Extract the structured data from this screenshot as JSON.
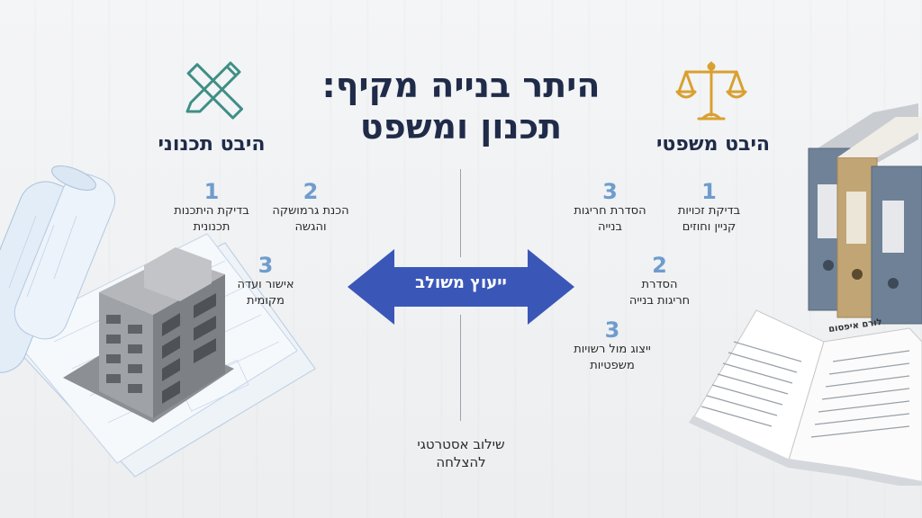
{
  "title": {
    "line1": "היתר בנייה מקיף:",
    "line2": "תכנון ומשפט"
  },
  "planning": {
    "heading": "היבט תכנוני",
    "icon": "ruler-pencil-icon",
    "items": [
      {
        "num": "1",
        "line1": "בדיקת היתכנות",
        "line2": "תכנונית"
      },
      {
        "num": "2",
        "line1": "הכנת גרמושקה",
        "line2": "והגשה"
      },
      {
        "num": "3",
        "line1": "אישור ועדה",
        "line2": "מקומית"
      }
    ]
  },
  "legal": {
    "heading": "היבט משפטי",
    "icon": "scales-icon",
    "items": [
      {
        "num": "1",
        "line1": "בדיקת זכויות",
        "line2": "קניין וחוזים"
      },
      {
        "num": "3",
        "line1": "הסדרת חריגות",
        "line2": "בנייה"
      },
      {
        "num": "2",
        "line1": "הסדרת",
        "line2": "חריגות בנייה"
      },
      {
        "num": "3",
        "line1": "ייצוג מול רשויות",
        "line2": "משפטיות"
      }
    ]
  },
  "center": {
    "arrow_label": "ייעוץ משולב",
    "bottom_line1": "שילוב אסטרטגי",
    "bottom_line2": "להצלחה"
  },
  "book": {
    "heading": "לורם איפסום"
  },
  "colors": {
    "navy": "#1f2b49",
    "arrow_blue": "#3a57b8",
    "number_blue": "#6f9ccd",
    "icon_teal": "#3f8f86",
    "icon_gold": "#d9a030"
  }
}
